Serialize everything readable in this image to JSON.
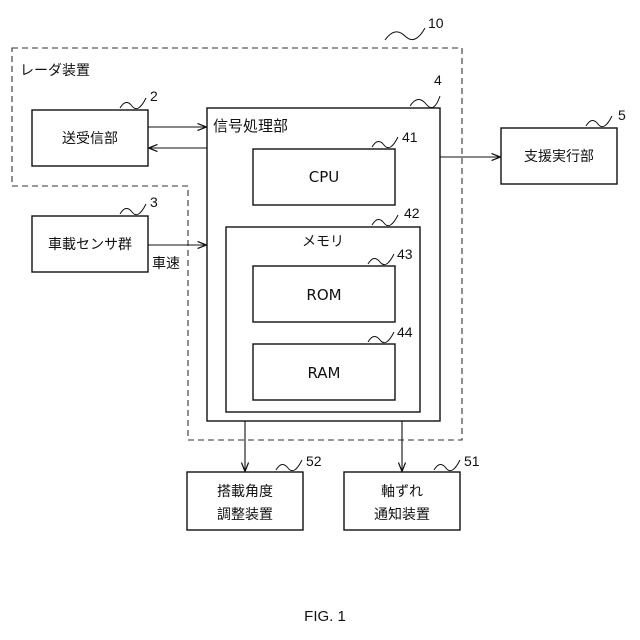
{
  "radar": {
    "label": "レーダ装置",
    "ref": "10"
  },
  "transceiver": {
    "label": "送受信部",
    "ref": "2"
  },
  "sensors": {
    "label": "車載センサ群",
    "ref": "3",
    "signal": "車速"
  },
  "processor": {
    "label": "信号処理部",
    "ref": "4"
  },
  "cpu": {
    "label": "CPU",
    "ref": "41"
  },
  "memory": {
    "label": "メモリ",
    "ref": "42"
  },
  "rom": {
    "label": "ROM",
    "ref": "43"
  },
  "ram": {
    "label": "RAM",
    "ref": "44"
  },
  "support": {
    "label": "支援実行部",
    "ref": "5"
  },
  "mount": {
    "line1": "搭載角度",
    "line2": "調整装置",
    "ref": "52"
  },
  "notify": {
    "line1": "軸ずれ",
    "line2": "通知装置",
    "ref": "51"
  },
  "figure": {
    "caption": "FIG. 1"
  }
}
